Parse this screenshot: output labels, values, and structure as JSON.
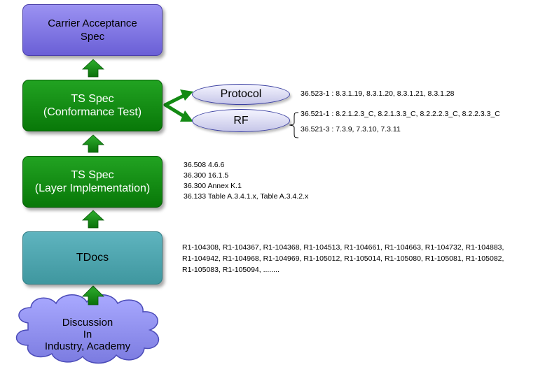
{
  "colors": {
    "carrier": "#7d72e6",
    "ts_spec": "#118c11",
    "tdocs": "#4fa7b1",
    "cloud": "#8f8ff0",
    "ellipse": "#e0e0f6",
    "arrow": "#138a13"
  },
  "nodes": {
    "carrier": {
      "lines": [
        "Carrier Acceptance",
        "Spec"
      ]
    },
    "ts_conformance": {
      "lines": [
        "TS Spec",
        "(Conformance Test)"
      ]
    },
    "ts_layer": {
      "lines": [
        "TS Spec",
        "(Layer Implementation)"
      ]
    },
    "tdocs": {
      "label": "TDocs"
    },
    "discussion": {
      "lines": [
        "Discussion",
        "In",
        "Industry, Academy"
      ]
    },
    "protocol": {
      "label": "Protocol"
    },
    "rf": {
      "label": "RF"
    }
  },
  "annotations": {
    "protocol": "36.523-1 : 8.3.1.19, 8.3.1.20, 8.3.1.21, 8.3.1.28",
    "rf": [
      "36.521-1 : 8.2.1.2.3_C, 8.2.1.3.3_C, 8.2.2.2.3_C, 8.2.2.3.3_C",
      "36.521-3 : 7.3.9, 7.3.10, 7.3.11"
    ],
    "layer": [
      "36.508 4.6.6",
      "36.300 16.1.5",
      "36.300 Annex K.1",
      "36.133 Table A.3.4.1.x, Table A.3.4.2.x"
    ],
    "tdocs": [
      "R1-104308, R1-104367, R1-104368, R1-104513, R1-104661, R1-104663, R1-104732, R1-104883,",
      "R1-104942, R1-104968, R1-104969, R1-105012, R1-105014, R1-105080, R1-105081, R1-105082,",
      "R1-105083, R1-105094, ........"
    ]
  }
}
